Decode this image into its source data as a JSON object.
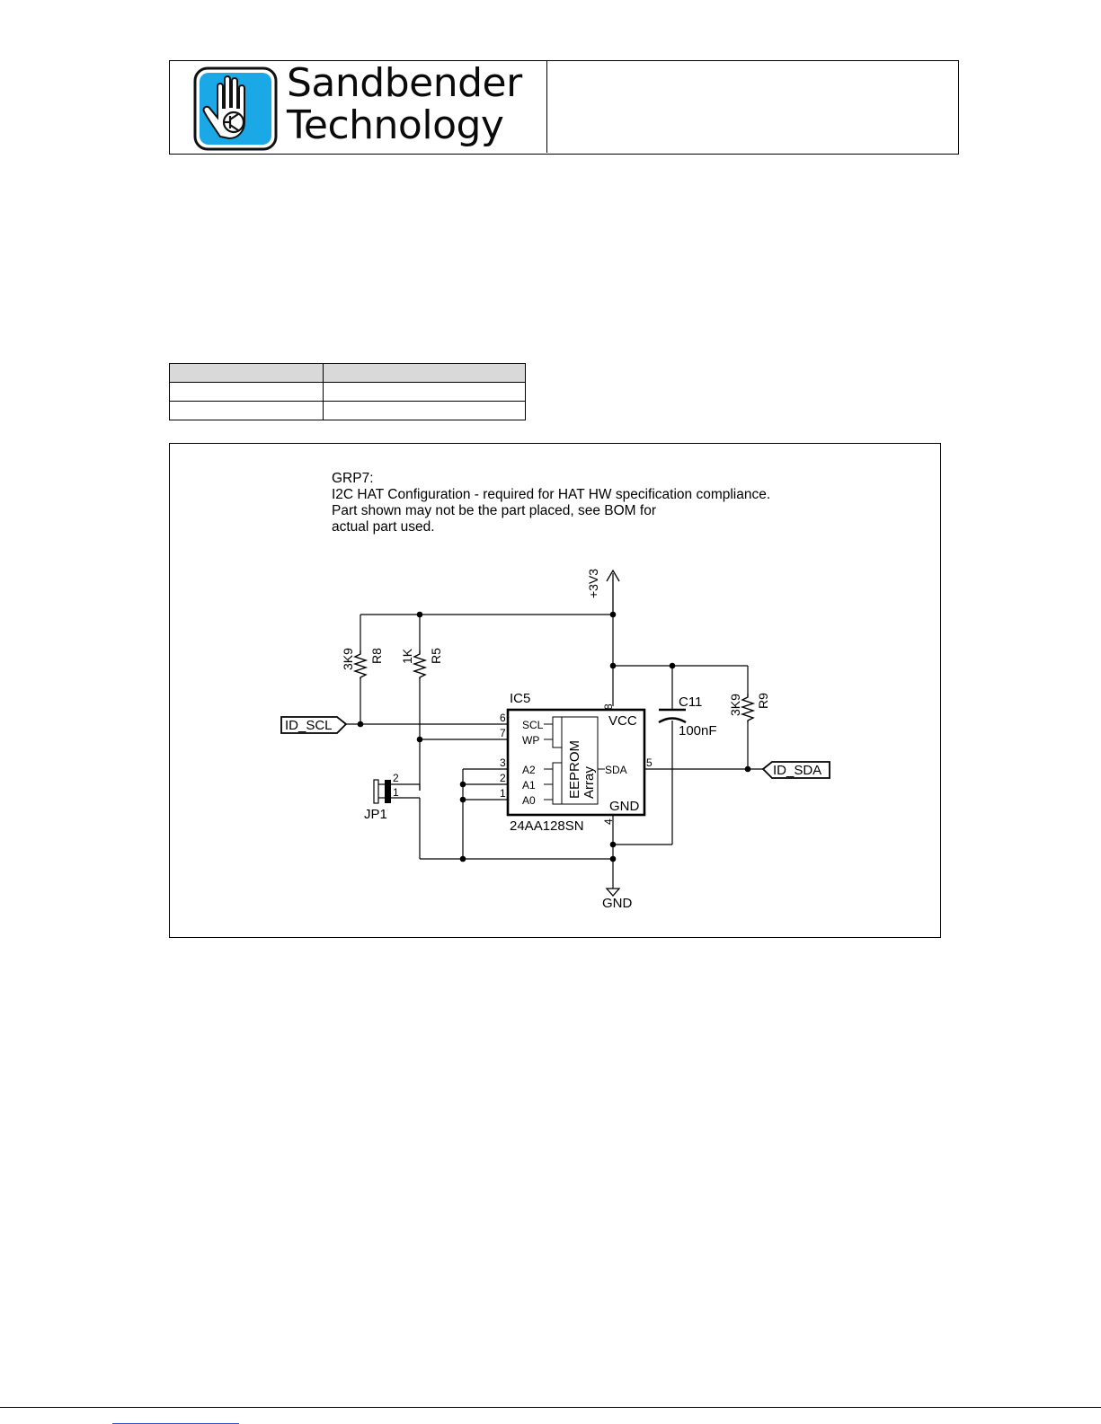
{
  "header": {
    "brand_line1": "Sandbender",
    "brand_line2": "Technology",
    "colors": {
      "logo_blue": "#1aa8e6",
      "logo_outline": "#111111"
    }
  },
  "schematic": {
    "note": [
      "GRP7:",
      "I2C HAT Configuration - required for HAT HW specification compliance.",
      "Part shown may not be the part placed, see BOM for",
      "actual part used."
    ],
    "supply": "+3V3",
    "ground": "GND",
    "resistors": [
      {
        "value": "3K9",
        "ref": "R8"
      },
      {
        "value": "1K",
        "ref": "R5"
      },
      {
        "value": "3K9",
        "ref": "R9"
      }
    ],
    "capacitor": {
      "ref": "C11",
      "value": "100nF"
    },
    "ic": {
      "ref": "IC5",
      "part": "24AA128SN",
      "block_line1": "EEPROM",
      "block_line2": "Array",
      "vcc": "VCC",
      "gnd": "GND",
      "pins_left": [
        {
          "num": "6",
          "name": "SCL"
        },
        {
          "num": "7",
          "name": "WP"
        },
        {
          "num": "3",
          "name": "A2"
        },
        {
          "num": "2",
          "name": "A1"
        },
        {
          "num": "1",
          "name": "A0"
        }
      ],
      "pin_sda": {
        "num": "5",
        "name": "SDA"
      },
      "pin_vcc_num": "8",
      "pin_gnd_num": "4"
    },
    "jumper": {
      "ref": "JP1",
      "pin_a": "2",
      "pin_b": "1"
    },
    "nets": {
      "scl": "ID_SCL",
      "sda": "ID_SDA"
    }
  }
}
